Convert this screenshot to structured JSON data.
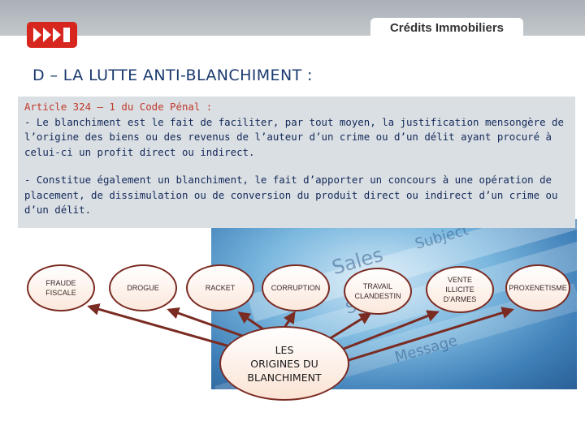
{
  "header": {
    "tab_label": "Crédits Immobiliers"
  },
  "title": "D – LA LUTTE ANTI-BLANCHIMENT :",
  "article": {
    "heading": "Article 324 – 1 du Code Pénal :",
    "paragraph1": "- Le blanchiment est le fait de faciliter, par tout moyen, la justification mensongère de l’origine des biens ou des revenus de l’auteur d’un crime ou d’un délit ayant procuré à celui-ci un profit direct ou indirect.",
    "paragraph2": "- Constitue également un blanchiment, le fait d’apporter un concours à une opération de placement, de dissimulation ou de conversion du produit direct ou indirect d’un crime ou d’un délit."
  },
  "diagram": {
    "center_label": "LES\nORIGINES DU\nBLANCHIMENT",
    "origins": [
      "FRAUDE\nFISCALE",
      "DROGUE",
      "RACKET",
      "CORRUPTION",
      "TRAVAIL\nCLANDESTIN",
      "VENTE\nILLICITE\nD’ARMES",
      "PROXENETISME"
    ]
  },
  "photo_words": [
    "Sales",
    "Subject",
    "Sent",
    "Message"
  ],
  "colors": {
    "arrow": "#7a2b22",
    "title": "#1a3a6e",
    "heading": "#c0392b",
    "logo": "#d7261e"
  }
}
